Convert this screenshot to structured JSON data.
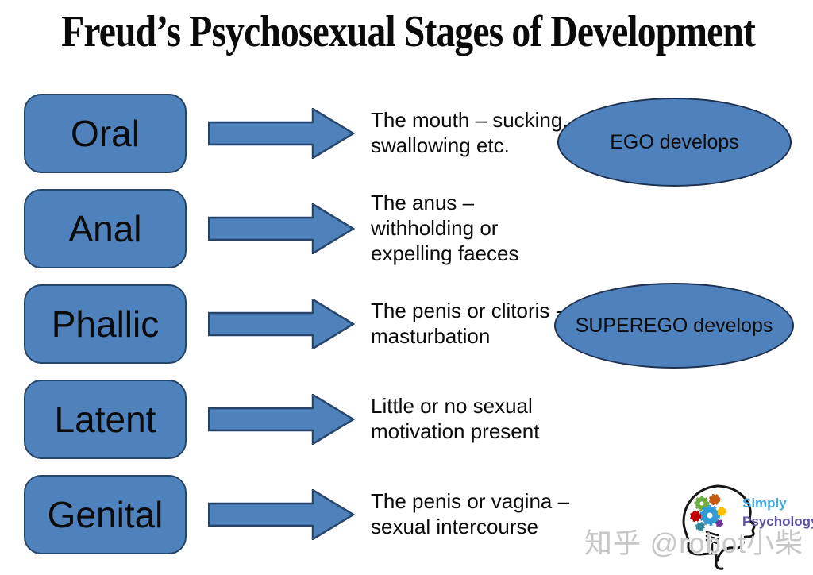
{
  "title": "Freud’s Psychosexual Stages of Development",
  "stages": [
    {
      "label": "Oral",
      "description": "The mouth – sucking,\nswallowing etc."
    },
    {
      "label": "Anal",
      "description": "The anus –\nwithholding or\nexpelling faeces"
    },
    {
      "label": "Phallic",
      "description": "The penis or clitoris -\nmasturbation"
    },
    {
      "label": "Latent",
      "description": "Little or no sexual\nmotivation present"
    },
    {
      "label": "Genital",
      "description": "The penis or vagina –\nsexual intercourse"
    }
  ],
  "callouts": [
    {
      "label": "EGO develops"
    },
    {
      "label": "SUPEREGO develops"
    }
  ],
  "logo": {
    "line1": "Simply",
    "line2": "Psychology"
  },
  "watermark": "知乎 @robot小柴",
  "colors": {
    "shape_fill": "#4f81bd",
    "shape_border": "#24466b",
    "logo_simply": "#3fa9e0",
    "logo_psychology": "#5b52a3"
  }
}
